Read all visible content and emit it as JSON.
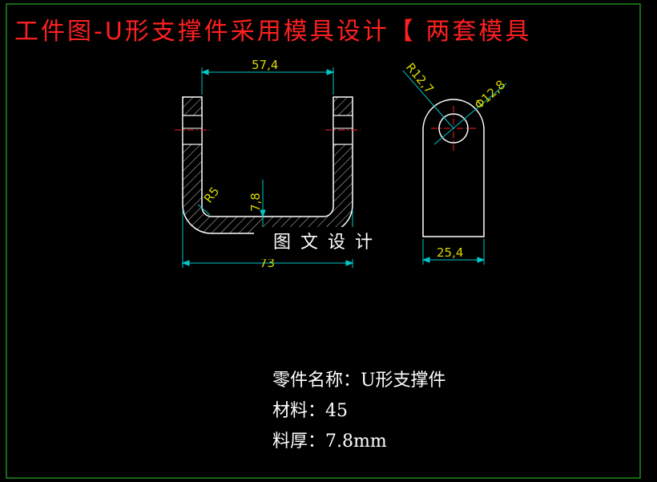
{
  "title": "工件图-U形支撑件采用模具设计【 两套模具",
  "watermark": "图文设计",
  "notes": {
    "part_name": "零件名称：U形支撑件",
    "material": "材料：45",
    "thickness": "料厚：7.8mm"
  },
  "dimensions": {
    "inner_width": "57,4",
    "outer_width": "73",
    "inner_radius": "R5",
    "thickness": "7,8",
    "outer_radius": "R12,7",
    "hole_diameter": "Φ12,8",
    "side_width": "25,4"
  },
  "colors": {
    "geometry": "#ffffff",
    "dimension_line": "#00c8c8",
    "dimension_text": "#d9d900",
    "centerline": "#ff2020",
    "frame": "#1f8a1f",
    "title": "#ff2020"
  }
}
